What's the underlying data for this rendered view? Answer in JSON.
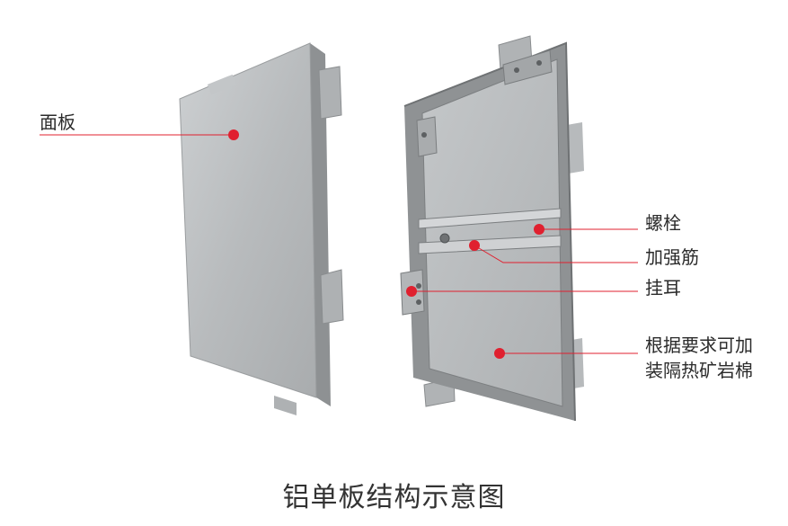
{
  "labels": {
    "face_panel": "面板",
    "bolt": "螺栓",
    "stiffener": "加强筋",
    "hanger": "挂耳",
    "insulation_line1": "根据要求可加",
    "insulation_line2": "装隔热矿岩棉"
  },
  "caption": "铝单板结构示意图",
  "colors": {
    "callout": "#e0202f",
    "panel": "#b9bcbe",
    "frame": "#8f9294"
  }
}
